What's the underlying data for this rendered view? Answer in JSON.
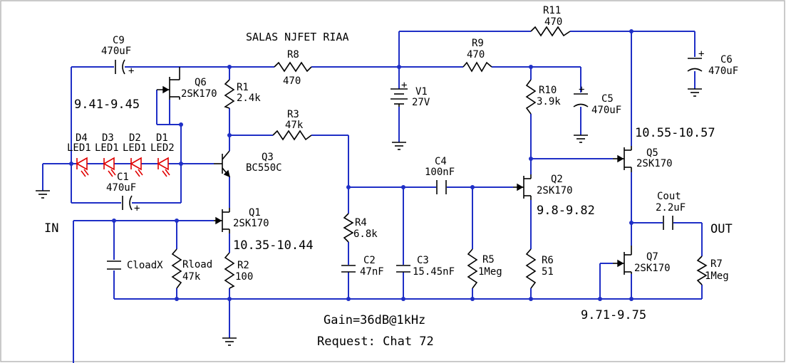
{
  "title": "SALAS NJFET RIAA",
  "notes": {
    "gain": "Gain=36dB@1kHz",
    "request": "Request: Chat 72",
    "v_led": "9.41-9.45",
    "v_q1": "10.35-10.44",
    "v_q2": "9.8-9.82",
    "v_q5": "10.55-10.57",
    "v_q7": "9.71-9.75"
  },
  "ports": {
    "in": "IN",
    "out": "OUT"
  },
  "components": {
    "C9": {
      "ref": "C9",
      "value": "470uF"
    },
    "Q6": {
      "ref": "Q6",
      "value": "2SK170"
    },
    "R1": {
      "ref": "R1",
      "value": "2.4k"
    },
    "R8": {
      "ref": "R8",
      "value": "470"
    },
    "R3": {
      "ref": "R3",
      "value": "47k"
    },
    "Q3": {
      "ref": "Q3",
      "value": "BC550C"
    },
    "D4": {
      "ref": "D4",
      "value": "LED1"
    },
    "D3": {
      "ref": "D3",
      "value": "LED1"
    },
    "D2": {
      "ref": "D2",
      "value": "LED1"
    },
    "D1": {
      "ref": "D1",
      "value": "LED2"
    },
    "C1": {
      "ref": "C1",
      "value": "470uF"
    },
    "Q1": {
      "ref": "Q1",
      "value": "2SK170"
    },
    "CloadX": {
      "ref": "CloadX",
      "value": ""
    },
    "Rload": {
      "ref": "Rload",
      "value": "47k"
    },
    "R2": {
      "ref": "R2",
      "value": "100"
    },
    "V1": {
      "ref": "V1",
      "value": "27V"
    },
    "R4": {
      "ref": "R4",
      "value": "6.8k"
    },
    "C2": {
      "ref": "C2",
      "value": "47nF"
    },
    "C3": {
      "ref": "C3",
      "value": "15.45nF"
    },
    "C4": {
      "ref": "C4",
      "value": "100nF"
    },
    "R5": {
      "ref": "R5",
      "value": "1Meg"
    },
    "R9": {
      "ref": "R9",
      "value": "470"
    },
    "R10": {
      "ref": "R10",
      "value": "3.9k"
    },
    "C5": {
      "ref": "C5",
      "value": "470uF"
    },
    "Q2": {
      "ref": "Q2",
      "value": "2SK170"
    },
    "R6": {
      "ref": "R6",
      "value": "51"
    },
    "R11": {
      "ref": "R11",
      "value": "470"
    },
    "C6": {
      "ref": "C6",
      "value": "470uF"
    },
    "Q5": {
      "ref": "Q5",
      "value": "2SK170"
    },
    "Cout": {
      "ref": "Cout",
      "value": "2.2uF"
    },
    "Q7": {
      "ref": "Q7",
      "value": "2SK170"
    },
    "R7": {
      "ref": "R7",
      "value": "1Meg"
    }
  }
}
